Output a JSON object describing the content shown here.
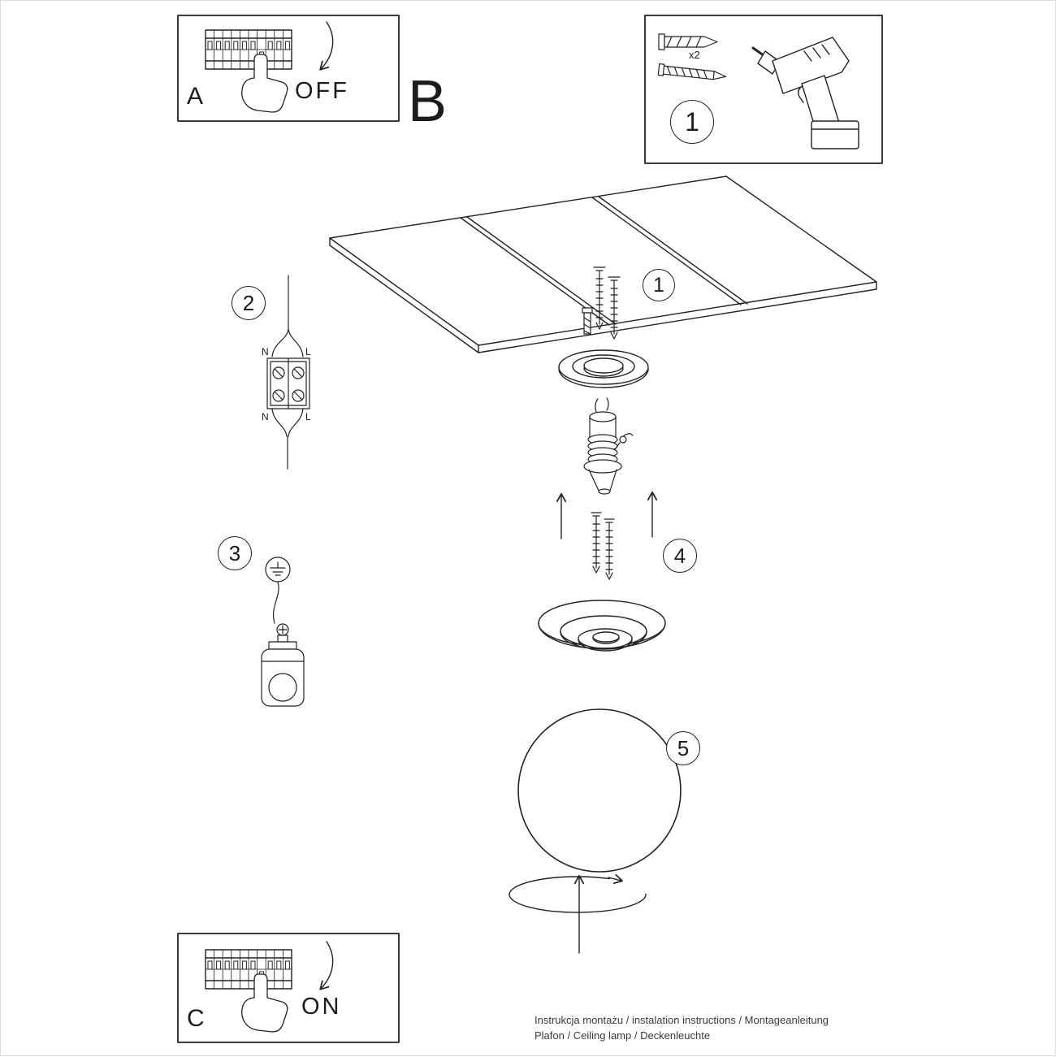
{
  "colors": {
    "ink": "#222222",
    "background": "#ffffff"
  },
  "breaker_off_panel": {
    "letter": "A",
    "switch_state": "OFF"
  },
  "section_label": "B",
  "parts_panel": {
    "step": "1",
    "anchor_quantity": "x2"
  },
  "step_markers": {
    "ceiling": "1",
    "wiring": "2",
    "ground": "3",
    "canopy": "4",
    "globe": "5"
  },
  "wiring": {
    "top_left": "N",
    "top_right": "L",
    "bottom_left": "N",
    "bottom_right": "L"
  },
  "breaker_on_panel": {
    "letter": "C",
    "switch_state": "ON"
  },
  "footer": {
    "line1": "Instrukcja montażu / instalation instructions / Montageanleitung",
    "line2": "Plafon / Ceiling lamp / Deckenleuchte"
  }
}
